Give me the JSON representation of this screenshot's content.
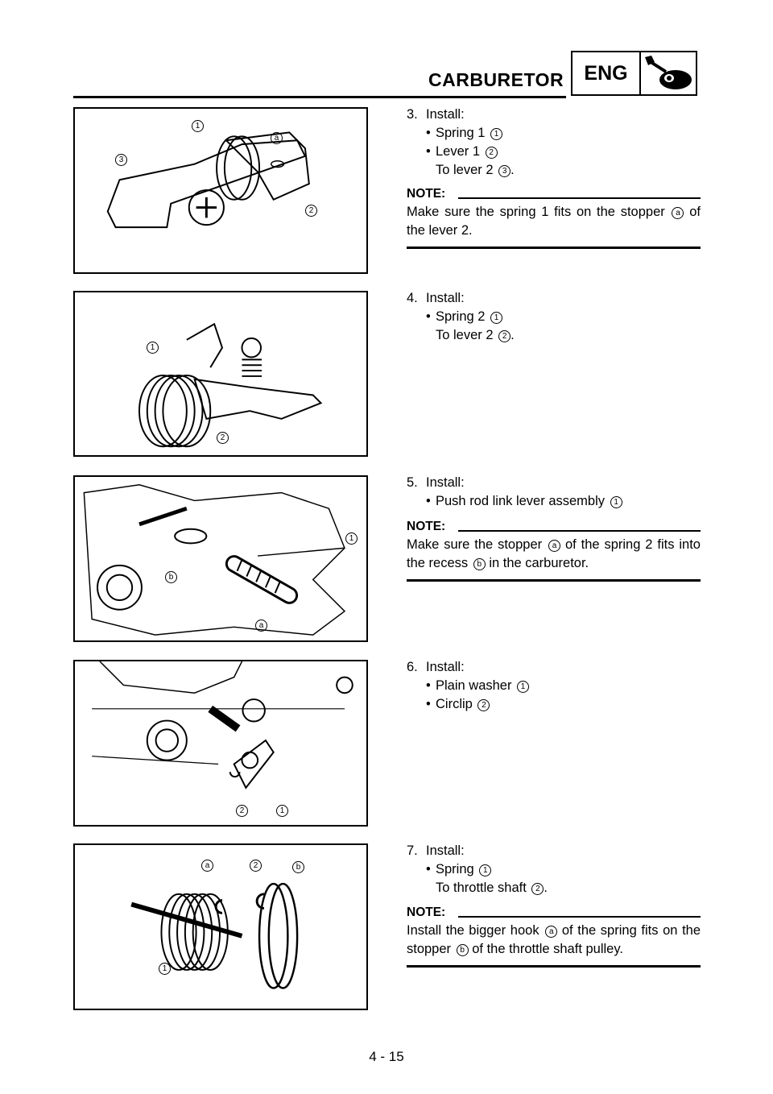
{
  "header": {
    "title": "CARBURETOR",
    "section_badge": "ENG",
    "badge_icon": "wrench-screw-icon"
  },
  "steps": [
    {
      "number": "3.",
      "action": "Install:",
      "items": [
        {
          "text": "Spring 1",
          "callout": "1"
        },
        {
          "text": "Lever 1",
          "callout": "2"
        }
      ],
      "sub_text": "To lever 2",
      "sub_callout": "3",
      "sub_suffix": ".",
      "note": {
        "heading": "NOTE:",
        "text_before": "Make sure the spring 1 fits on the stopper",
        "callout": "a",
        "text_after": "of the lever 2."
      },
      "figure_labels": [
        "1",
        "a",
        "3",
        "2"
      ]
    },
    {
      "number": "4.",
      "action": "Install:",
      "items": [
        {
          "text": "Spring 2",
          "callout": "1"
        }
      ],
      "sub_text": "To lever 2",
      "sub_callout": "2",
      "sub_suffix": ".",
      "figure_labels": [
        "1",
        "2"
      ]
    },
    {
      "number": "5.",
      "action": "Install:",
      "items": [
        {
          "text": "Push rod link lever assembly",
          "callout": "1"
        }
      ],
      "note": {
        "heading": "NOTE:",
        "text_before": "Make sure the stopper",
        "callout": "a",
        "text_mid": "of the spring 2 fits into the recess",
        "callout2": "b",
        "text_after": "in the carburetor."
      },
      "figure_labels": [
        "1",
        "b",
        "a"
      ]
    },
    {
      "number": "6.",
      "action": "Install:",
      "items": [
        {
          "text": "Plain washer",
          "callout": "1"
        },
        {
          "text": "Circlip",
          "callout": "2"
        }
      ],
      "figure_labels": [
        "2",
        "1"
      ]
    },
    {
      "number": "7.",
      "action": "Install:",
      "items": [
        {
          "text": "Spring",
          "callout": "1"
        }
      ],
      "sub_text": "To throttle shaft",
      "sub_callout": "2",
      "sub_suffix": ".",
      "note": {
        "heading": "NOTE:",
        "text_before": "Install the bigger hook",
        "callout": "a",
        "text_mid": "of the spring fits on the stopper",
        "callout2": "b",
        "text_after": "of the throttle shaft pulley."
      },
      "figure_labels": [
        "a",
        "2",
        "b",
        "1"
      ]
    }
  ],
  "page_number": "4 - 15"
}
